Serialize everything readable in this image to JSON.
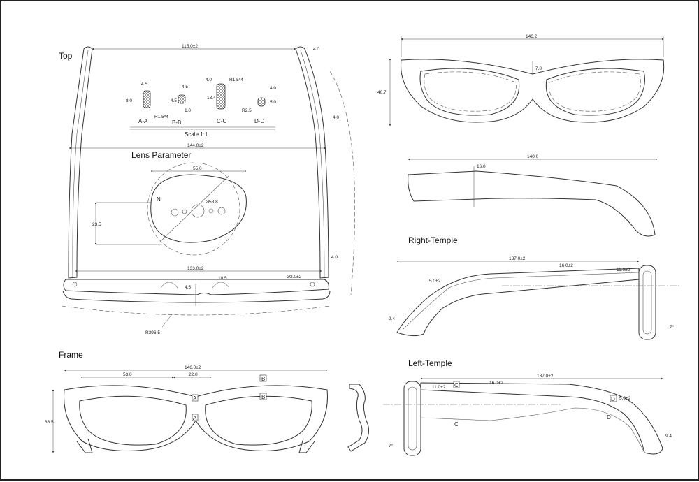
{
  "views": {
    "top": "Top",
    "lens_parameter": "Lens Parameter",
    "frame": "Frame",
    "right_temple": "Right-Temple",
    "left_temple": "Left-Temple",
    "scale": "Scale 1:1"
  },
  "sections": {
    "aa": "A-A",
    "bb": "B-B",
    "cc": "C-C",
    "dd": "D-D",
    "a": "A",
    "b": "B",
    "c": "C",
    "d": "D",
    "lens_mark": "N"
  },
  "dims": {
    "top_115": "115.0±2",
    "top_4a": "4.0",
    "top_4b": "4.0",
    "top_4c": "4.0",
    "top_144": "144.0±2",
    "top_133": "133.0±2",
    "top_45": "4.5",
    "top_105": "10.5",
    "top_2": "Ø2.0±2",
    "top_r396": "R396.5",
    "sec_45a": "4.5",
    "sec_80": "8.0",
    "sec_r15a": "R1.5*4",
    "sec_45b": "4.5",
    "sec_45c": "4.5",
    "sec_10": "1.0",
    "sec_40a": "4.0",
    "sec_134": "13.4",
    "sec_r15b": "R1.5*4",
    "sec_40b": "4.0",
    "sec_50": "5.0",
    "sec_r25": "R2.5",
    "lens_55": "55.0",
    "lens_d58": "Ø58.8",
    "lens_235": "23.5",
    "fr_146": "146.2",
    "fr_407": "40.7",
    "fr_78": "7.8",
    "tp_140": "140.0",
    "tp_16": "16.0",
    "rt_137": "137.0±2",
    "rt_16": "16.0±2",
    "rt_11": "11.0±2",
    "rt_5": "5.0±2",
    "rt_94": "9.4",
    "rt_7": "7°",
    "fb_146": "146.0±2",
    "fb_53": "53.0",
    "fb_22": "22.0",
    "fb_335": "33.5",
    "lt_11": "11.0±2",
    "lt_16": "16.0±2",
    "lt_137": "137.0±2",
    "lt_5": "5.0±2",
    "lt_7": "7°",
    "lt_94": "9.4"
  }
}
